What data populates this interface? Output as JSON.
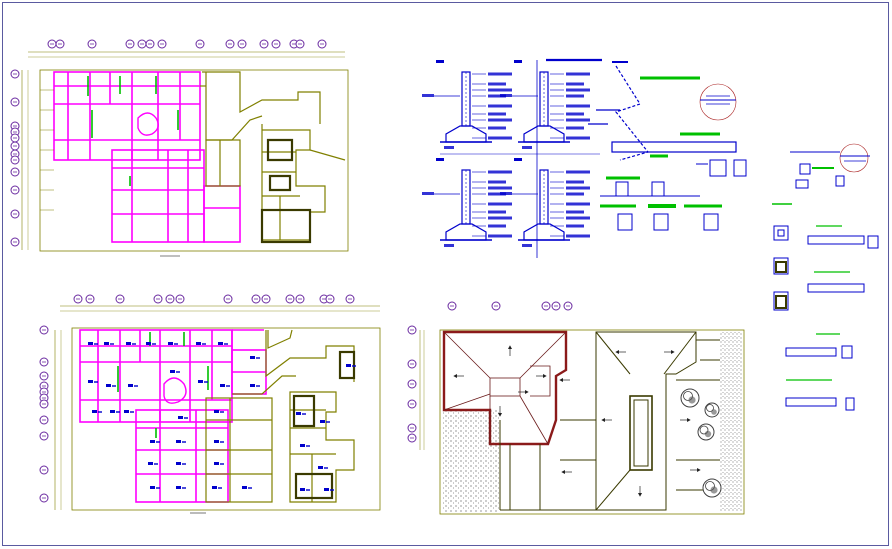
{
  "drawing": {
    "type": "CAD architectural sheet",
    "views": [
      {
        "id": "structure-plan",
        "description_colors": [
          "#ff00ff",
          "#808000",
          "#00c000"
        ]
      },
      {
        "id": "foundation-details"
      },
      {
        "id": "detail-legend"
      },
      {
        "id": "floor-plan"
      },
      {
        "id": "roof-plan"
      }
    ]
  },
  "colors": {
    "sheet_border": "#5a5aa0",
    "wall": "#808000",
    "beam": "#ff00ff",
    "green": "#00c000",
    "blue": "#0000cc",
    "dark": "#3a3a00",
    "marker": "#6a2aa0",
    "dark_red": "#8b1a1a",
    "tree": "#404040"
  },
  "icons": {
    "axis_marker": "circled-axis-marker-icon",
    "roof_slope_arrow": "arrow-icon",
    "tree": "tree-icon",
    "section_mark": "section-circle-icon"
  }
}
